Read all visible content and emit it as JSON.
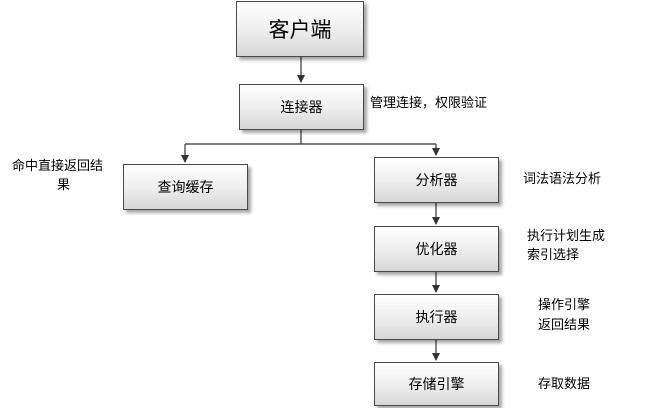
{
  "nodes": {
    "client": "客户端",
    "connector": "连接器",
    "query_cache": "查询缓存",
    "analyzer": "分析器",
    "optimizer": "优化器",
    "executor": "执行器",
    "storage_engine": "存储引擎"
  },
  "notes": {
    "connector": "管理连接，权限验证",
    "cache_hit_line1": "命中直接返回结",
    "cache_hit_line2": "果",
    "analyzer": "词法语法分析",
    "optimizer_line1": "执行计划生成",
    "optimizer_line2": "索引选择",
    "executor_line1": "操作引擎",
    "executor_line2": "返回结果",
    "storage_engine": "存取数据"
  }
}
